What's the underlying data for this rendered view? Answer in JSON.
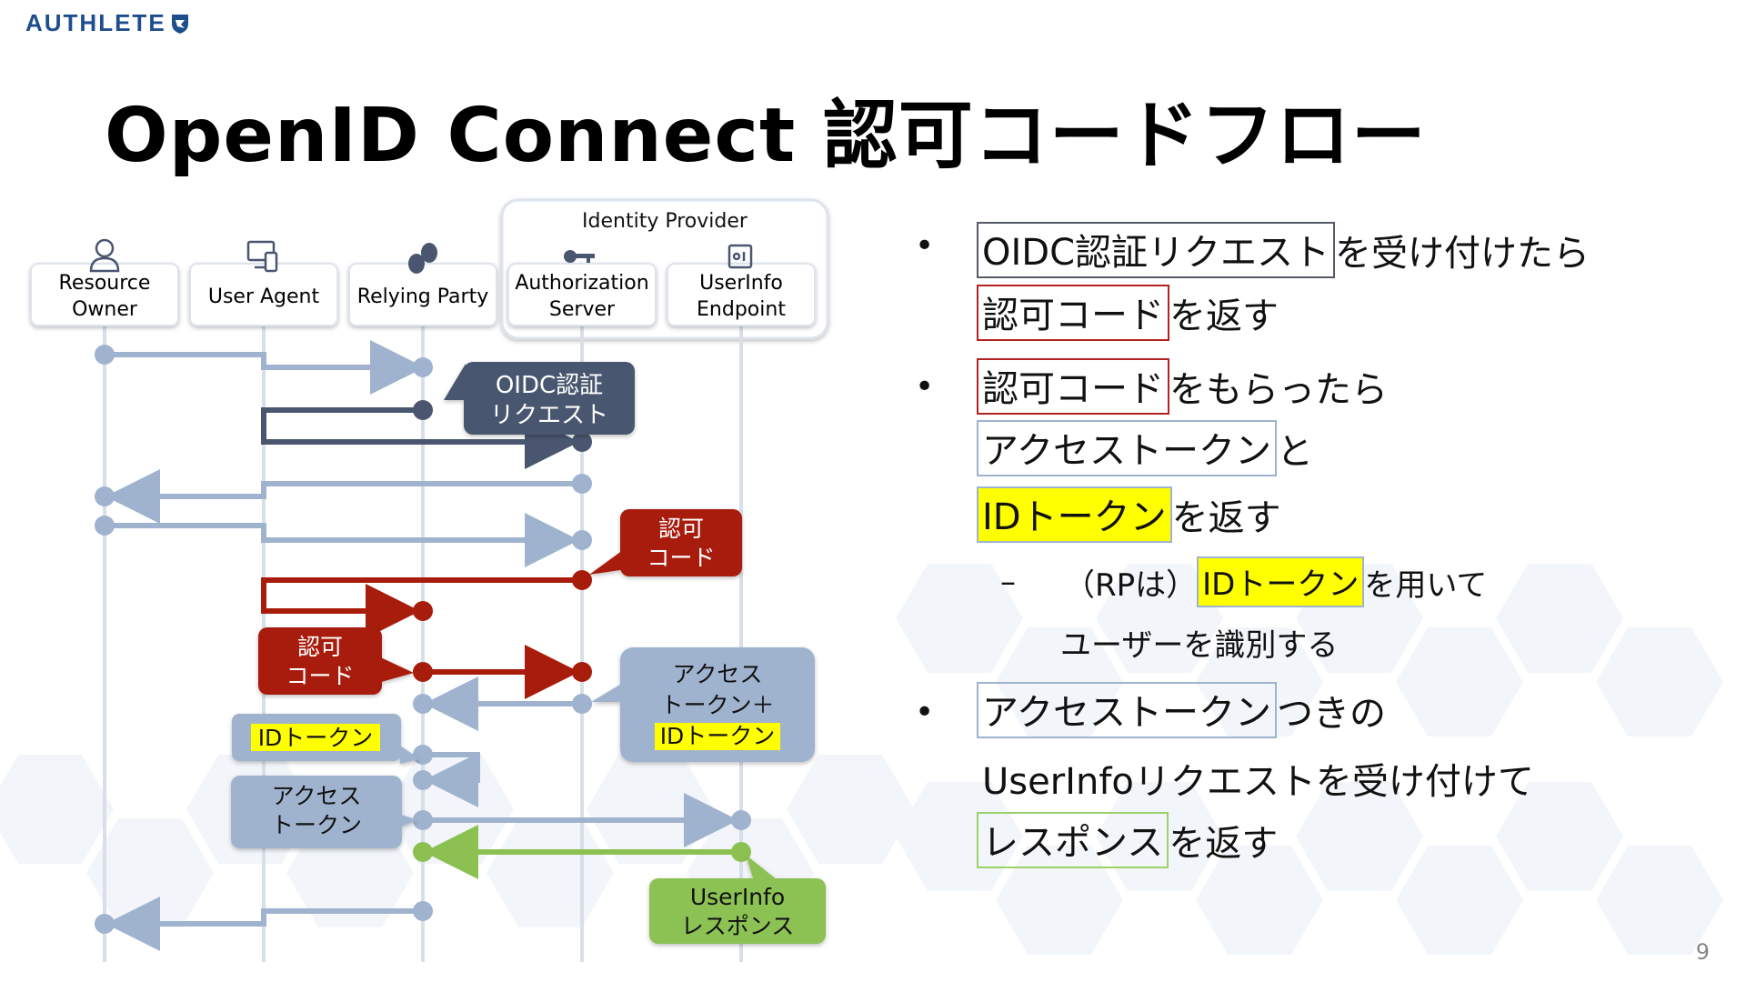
{
  "logo": {
    "text": "AUTHLETE",
    "icon": "shield-logo-icon"
  },
  "title": "OpenID Connect 認可コードフロー",
  "page_number": "9",
  "identity_provider_label": "Identity Provider",
  "actors": {
    "resource_owner": [
      "Resource",
      "Owner"
    ],
    "user_agent": [
      "User Agent"
    ],
    "relying_party": [
      "Relying Party"
    ],
    "authorization_server": [
      "Authorization",
      "Server"
    ],
    "userinfo_endpoint": [
      "UserInfo",
      "Endpoint"
    ]
  },
  "callouts": {
    "oidc_request": [
      "OIDC認証",
      "リクエスト"
    ],
    "auth_code_1": [
      "認可",
      "コード"
    ],
    "auth_code_2": [
      "認可",
      "コード"
    ],
    "token_response": [
      "アクセス",
      "トークン＋",
      "IDトークン"
    ],
    "id_token": "IDトークン",
    "access_token": [
      "アクセス",
      "トークン"
    ],
    "userinfo_response": [
      "UserInfo",
      "レスポンス"
    ]
  },
  "bullets": {
    "b1": {
      "box": "OIDC認証リクエスト",
      "rest": "を受け付けたら",
      "line2_box": "認可コード",
      "line2_rest": "を返す"
    },
    "b2": {
      "box": "認可コード",
      "rest": "をもらったら",
      "line2_box": "アクセストークン",
      "line2_rest": "と",
      "line3_box": "IDトークン",
      "line3_rest": "を返す"
    },
    "sub": {
      "dash": "–",
      "prefix": "（RPは）",
      "box": "IDトークン",
      "rest": "を用いて",
      "line2": "ユーザーを識別する"
    },
    "b3": {
      "box": "アクセストークン",
      "rest": "つきの",
      "line2": "UserInfoリクエストを受け付けて",
      "line3_box": "レスポンス",
      "line3_rest": "を返す"
    }
  },
  "colors": {
    "blue": "#9fb3cf",
    "dark": "#4a5670",
    "red": "#a81c0c",
    "green": "#8cc152",
    "yellow": "#ffff00"
  }
}
